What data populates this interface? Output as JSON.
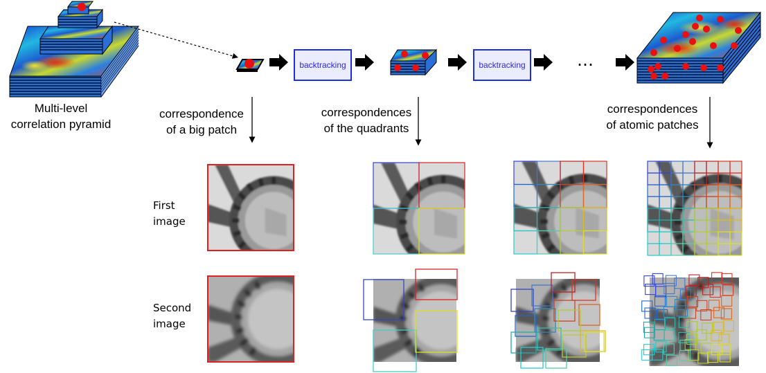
{
  "labels": {
    "pyramid_line1": "Multi-level",
    "pyramid_line2": "correlation pyramid",
    "big_patch_line1": "correspondence",
    "big_patch_line2": "of a big patch",
    "quadrants_line1": "correspondences",
    "quadrants_line2": "of the quadrants",
    "atomic_line1": "correspondences",
    "atomic_line2": "of atomic patches",
    "first_line1": "First",
    "first_line2": "image",
    "second_line1": "Second",
    "second_line2": "image",
    "ellipsis": "…"
  },
  "pipeline": {
    "backtrack_1": "backtracking",
    "backtrack_2": "backtracking"
  },
  "colors": {
    "box_border": "#1f2fd8",
    "box_fill": "#ececff",
    "box_text": "#2a2ae0",
    "highlight_dot": "#e81010",
    "big_patch": "#e02020"
  },
  "grid_colors": {
    "2x2": [
      "#3344cc",
      "#dd2222",
      "#44cccc",
      "#dddd22"
    ],
    "4x4": [
      [
        "#3344dd",
        "#4477cc",
        "#bb2222",
        "#dd3322"
      ],
      [
        "#2266cc",
        "#3388bb",
        "#cc4422",
        "#dd6622"
      ],
      [
        "#22aaaa",
        "#33bbaa",
        "#aacc33",
        "#ddbb22"
      ],
      [
        "#22cccc",
        "#55ccaa",
        "#bbcc33",
        "#dddd33"
      ]
    ]
  }
}
